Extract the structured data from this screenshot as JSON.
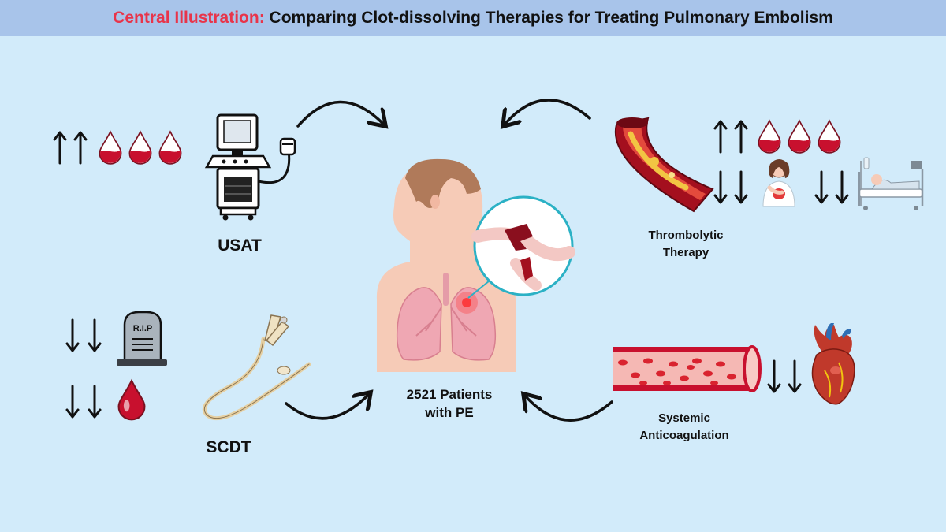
{
  "header": {
    "title_accent": "Central Illustration:",
    "title_main": "Comparing Clot-dissolving Therapies for Treating Pulmonary Embolism",
    "accent_color": "#e8344a",
    "bar_color": "#a8c4ea"
  },
  "center": {
    "line1": "2521 Patients",
    "line2": "with PE"
  },
  "therapies": {
    "usat": {
      "label": "USAT"
    },
    "thrombolytic": {
      "line1": "Thrombolytic",
      "line2": "Therapy"
    },
    "scdt": {
      "label": "SCDT"
    },
    "anticoag": {
      "line1": "Systemic",
      "line2": "Anticoagulation"
    }
  },
  "colors": {
    "background": "#d2ebfa",
    "blood": "#c8102e",
    "skin": "#f6cbb7",
    "lungs": "#efa7b3"
  }
}
